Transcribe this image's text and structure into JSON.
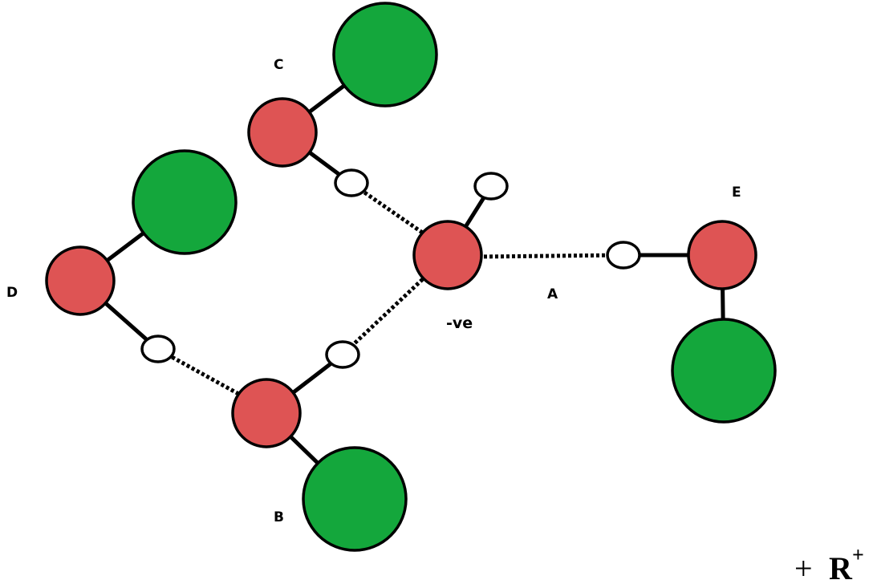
{
  "labels": {
    "a": "A",
    "b": "B",
    "c": "C",
    "d": "D",
    "e": "E",
    "charge": "-ve"
  },
  "formula": {
    "sign": "+",
    "symbol": "R",
    "superscript": "+"
  },
  "colors": {
    "oxygen_fill": "#DE5454",
    "carbon_fill": "#14A73C",
    "hydrogen_fill": "#FFFFFF",
    "outline": "#000000"
  }
}
